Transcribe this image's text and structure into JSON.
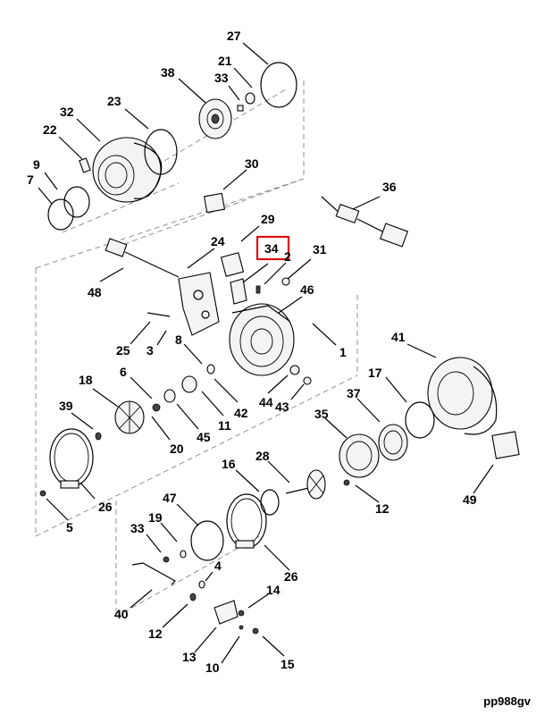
{
  "diagram": {
    "labels": [
      "27",
      "21",
      "38",
      "33",
      "23",
      "32",
      "22",
      "9",
      "7",
      "30",
      "36",
      "29",
      "24",
      "34",
      "2",
      "31",
      "48",
      "46",
      "25",
      "3",
      "8",
      "1",
      "41",
      "6",
      "18",
      "39",
      "20",
      "45",
      "11",
      "42",
      "44",
      "43",
      "17",
      "37",
      "35",
      "26",
      "5",
      "16",
      "28",
      "49",
      "12",
      "47",
      "19",
      "33",
      "4",
      "26",
      "40",
      "14",
      "12",
      "13",
      "15",
      "10"
    ],
    "highlighted_label": "34",
    "highlight_color": "#e01010",
    "reference_code": "pp988gv"
  }
}
